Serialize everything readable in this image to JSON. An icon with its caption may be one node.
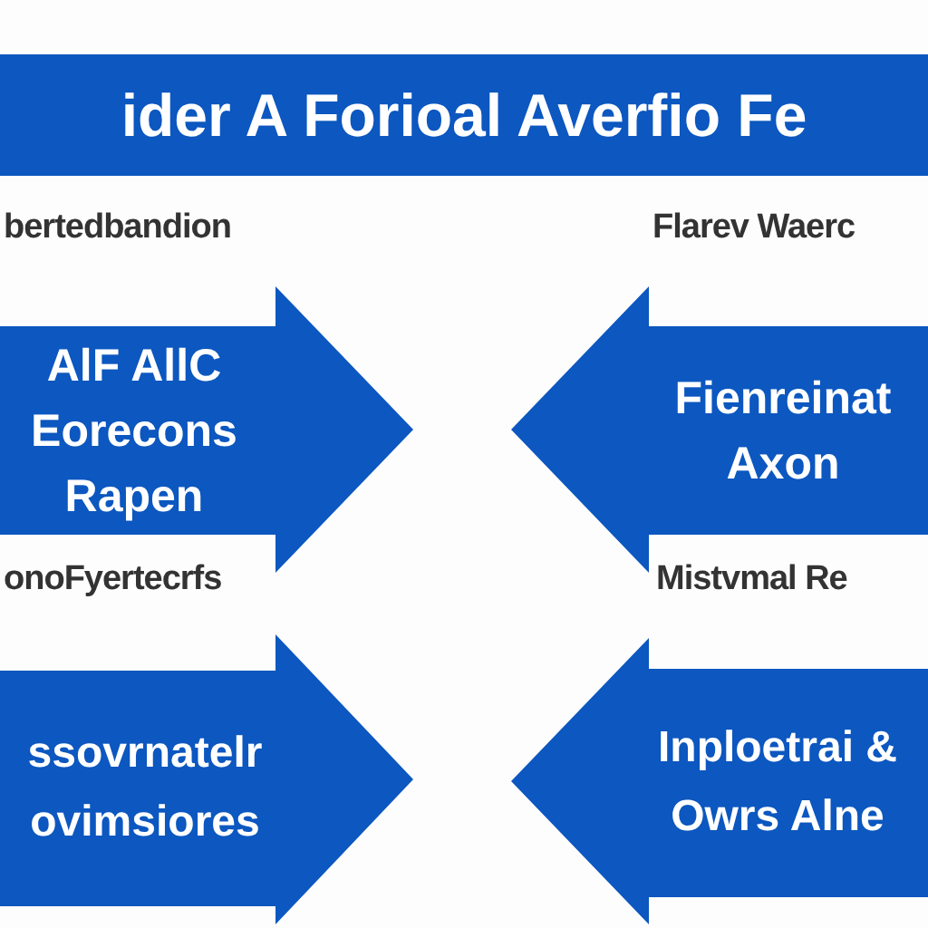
{
  "diagram": {
    "title": "ider A Forioal Averfio Fe",
    "nodes": [
      {
        "text": [
          "AlF AllC Eorecons Rapen"
        ]
      },
      {
        "text": [
          "Fienreinat Axon"
        ]
      },
      {
        "text": [
          "ssovrnatelr ovimsiores"
        ]
      },
      {
        "text": [
          "Inploetrai & Owrs Alne"
        ]
      }
    ],
    "labels": [
      "bertedbandion",
      "Flarev Waerc",
      "onoFyertecrfs",
      "Mistvmal Re"
    ]
  }
}
